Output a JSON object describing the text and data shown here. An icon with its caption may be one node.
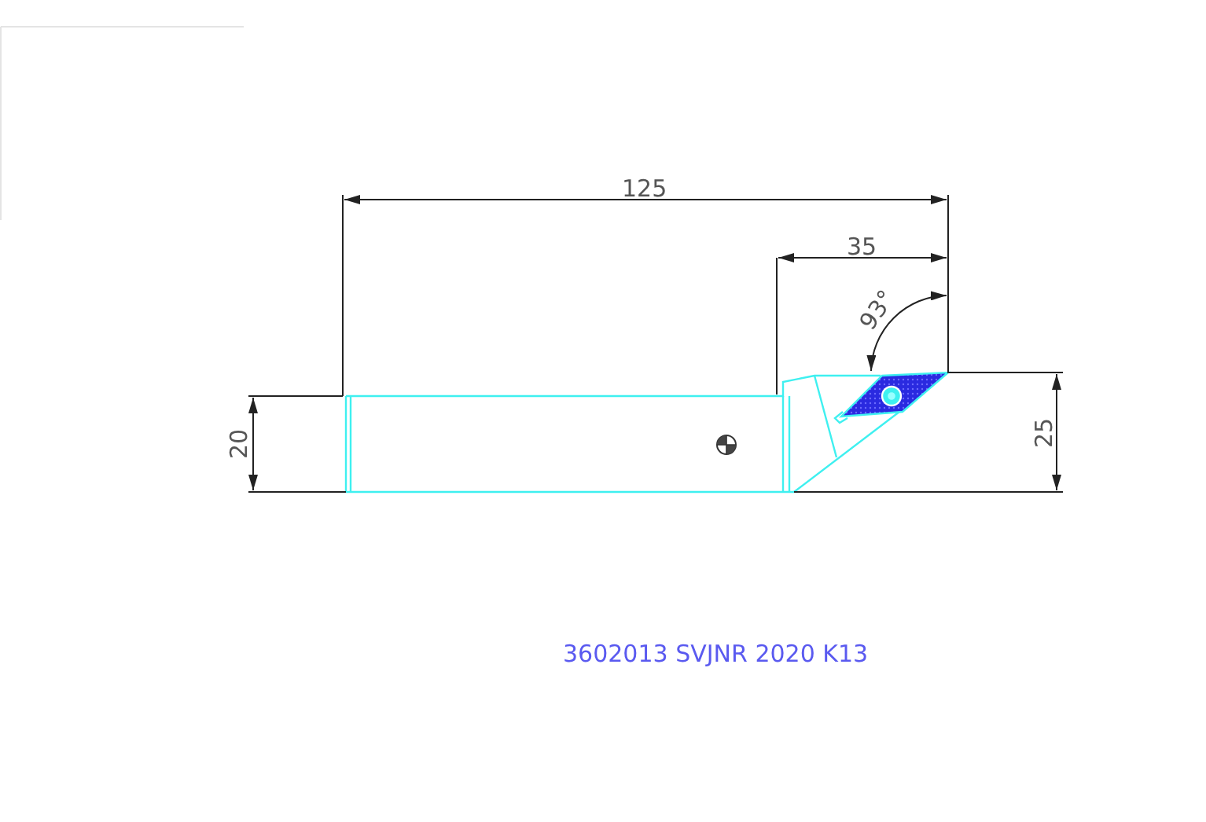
{
  "diagram": {
    "labels": [
      "125",
      "35",
      "93°",
      "20",
      "25",
      "3602013 SVJNR 2020 K13"
    ]
  }
}
